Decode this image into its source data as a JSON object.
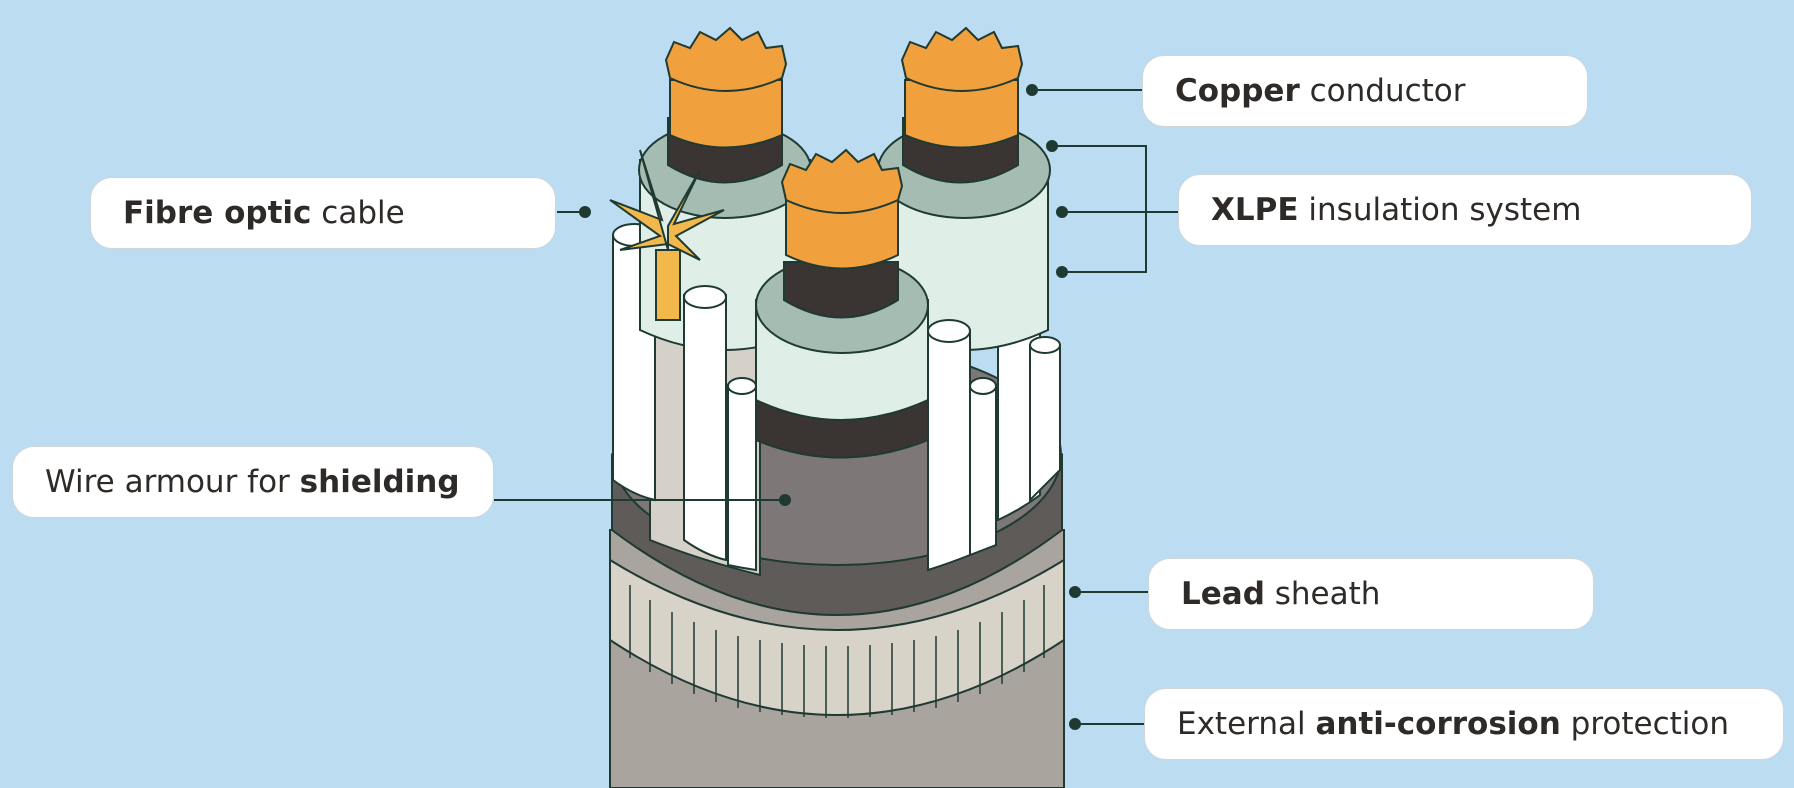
{
  "colors": {
    "background": "#bcdcf2",
    "outline": "#1e3a32",
    "copper": "#f0a03c",
    "copper_dark": "#e08a2a",
    "insulation_light": "#dfeee6",
    "insulation_mid": "#a4bcb2",
    "dark_layer": "#3a3532",
    "lead_grey": "#7d7877",
    "sheath_dark": "#5f5b58",
    "outer_sheath": "#a9a49e",
    "corrosion_band": "#d8d3c9",
    "filler_beige": "#d6d1c8",
    "wire_white": "#ffffff",
    "fibre_yellow": "#f2b84b",
    "leader_line": "#1e3a32"
  },
  "labels": {
    "fibre": {
      "bold": "Fibre optic",
      "rest": " cable"
    },
    "wire": {
      "pre": "Wire armour for ",
      "bold": "shielding"
    },
    "copper": {
      "bold": "Copper",
      "rest": " conductor"
    },
    "xlpe": {
      "bold": "XLPE",
      "rest": " insulation system"
    },
    "lead": {
      "bold": "Lead",
      "rest": " sheath"
    },
    "anti": {
      "pre": "External ",
      "bold": "anti-corrosion",
      "rest": " protection"
    }
  }
}
